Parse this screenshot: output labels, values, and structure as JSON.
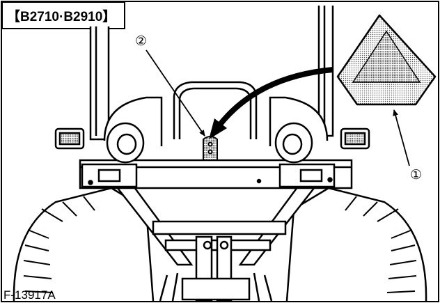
{
  "header": {
    "model_label": "【B2710·B2910】"
  },
  "callouts": [
    {
      "number": "①",
      "part": "smv-emblem"
    },
    {
      "number": "②",
      "part": "emblem-bracket"
    }
  ],
  "figure": {
    "code": "F-13917A"
  },
  "colors": {
    "ink": "#000000",
    "paper": "#ffffff",
    "screen_tone": "#bdbdbd"
  }
}
